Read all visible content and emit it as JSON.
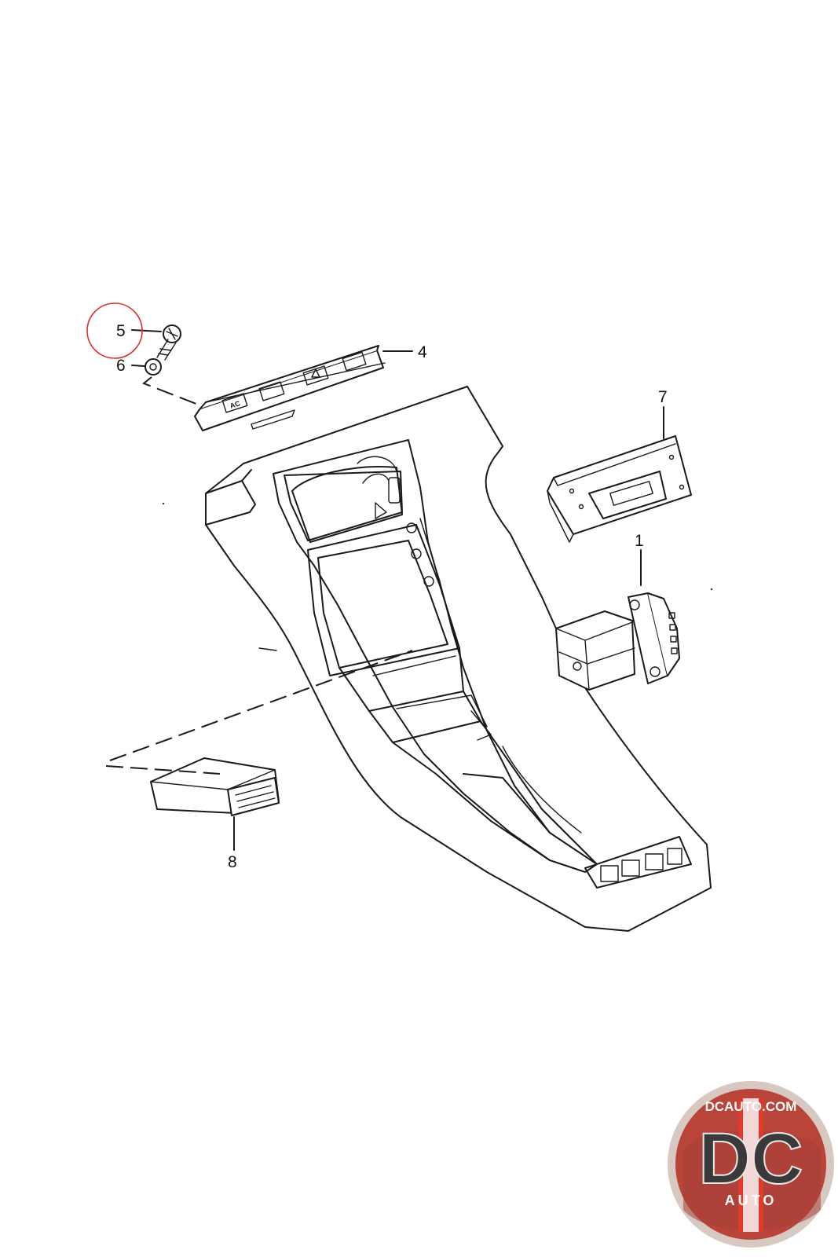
{
  "diagram": {
    "callouts": [
      {
        "id": "1",
        "label": "1"
      },
      {
        "id": "4",
        "label": "4"
      },
      {
        "id": "5",
        "label": "5",
        "highlighted": true
      },
      {
        "id": "6",
        "label": "6"
      },
      {
        "id": "7",
        "label": "7"
      },
      {
        "id": "8",
        "label": "8"
      }
    ],
    "switch_labels": {
      "ac": "AC"
    },
    "highlight_color": "#d9342b"
  },
  "logo": {
    "site": "DCAUTO.COM",
    "letters": "DC",
    "sub": "AUTO",
    "colors": {
      "ring": "#c8b8b2",
      "inner": "#b9453a",
      "stripe": "#e23a2a",
      "letters": "#3a3a3a"
    }
  }
}
